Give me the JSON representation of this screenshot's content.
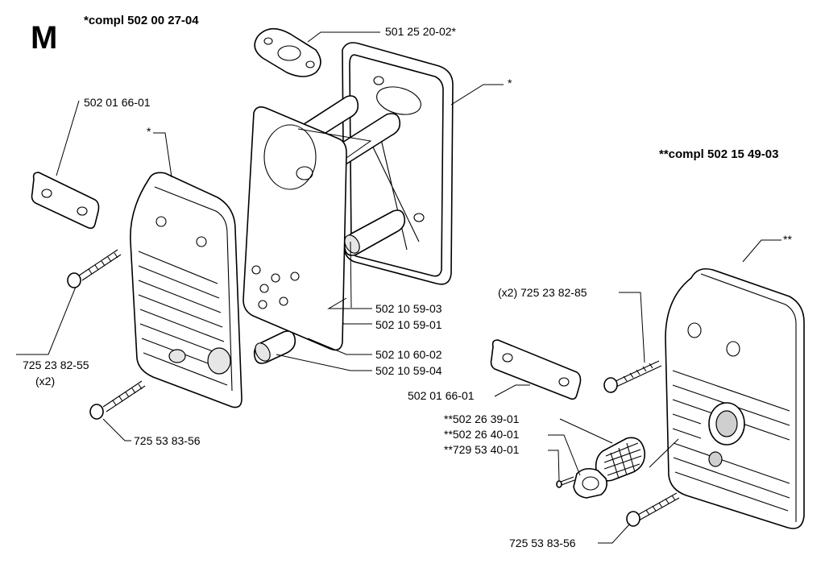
{
  "section_letter": "M",
  "header_left": "*compl 502 00 27-04",
  "header_right": "**compl 502 15 49-03",
  "labels": {
    "gasket_top": "501 25 20-02*",
    "star_top": "*",
    "plate_left": "502 01 66-01",
    "star_cover_left": "*",
    "screw_left_a": "725 23 82-55",
    "screw_left_a_qty": "(x2)",
    "screw_left_b": "725 53 83-56",
    "spacer_a": "502 10 59-03",
    "spacer_b": "502 10 59-01",
    "plate_mid": "502 10 60-02",
    "spacer_c": "502 10 59-04",
    "star_right": "**",
    "screw_right_a": "(x2) 725 23 82-85",
    "plate_right": "502 01 66-01",
    "screen": "**502 26 39-01",
    "holder": "**502 26 40-01",
    "screw_small": "**729 53 40-01",
    "screw_right_b": "725 53 83-56"
  }
}
